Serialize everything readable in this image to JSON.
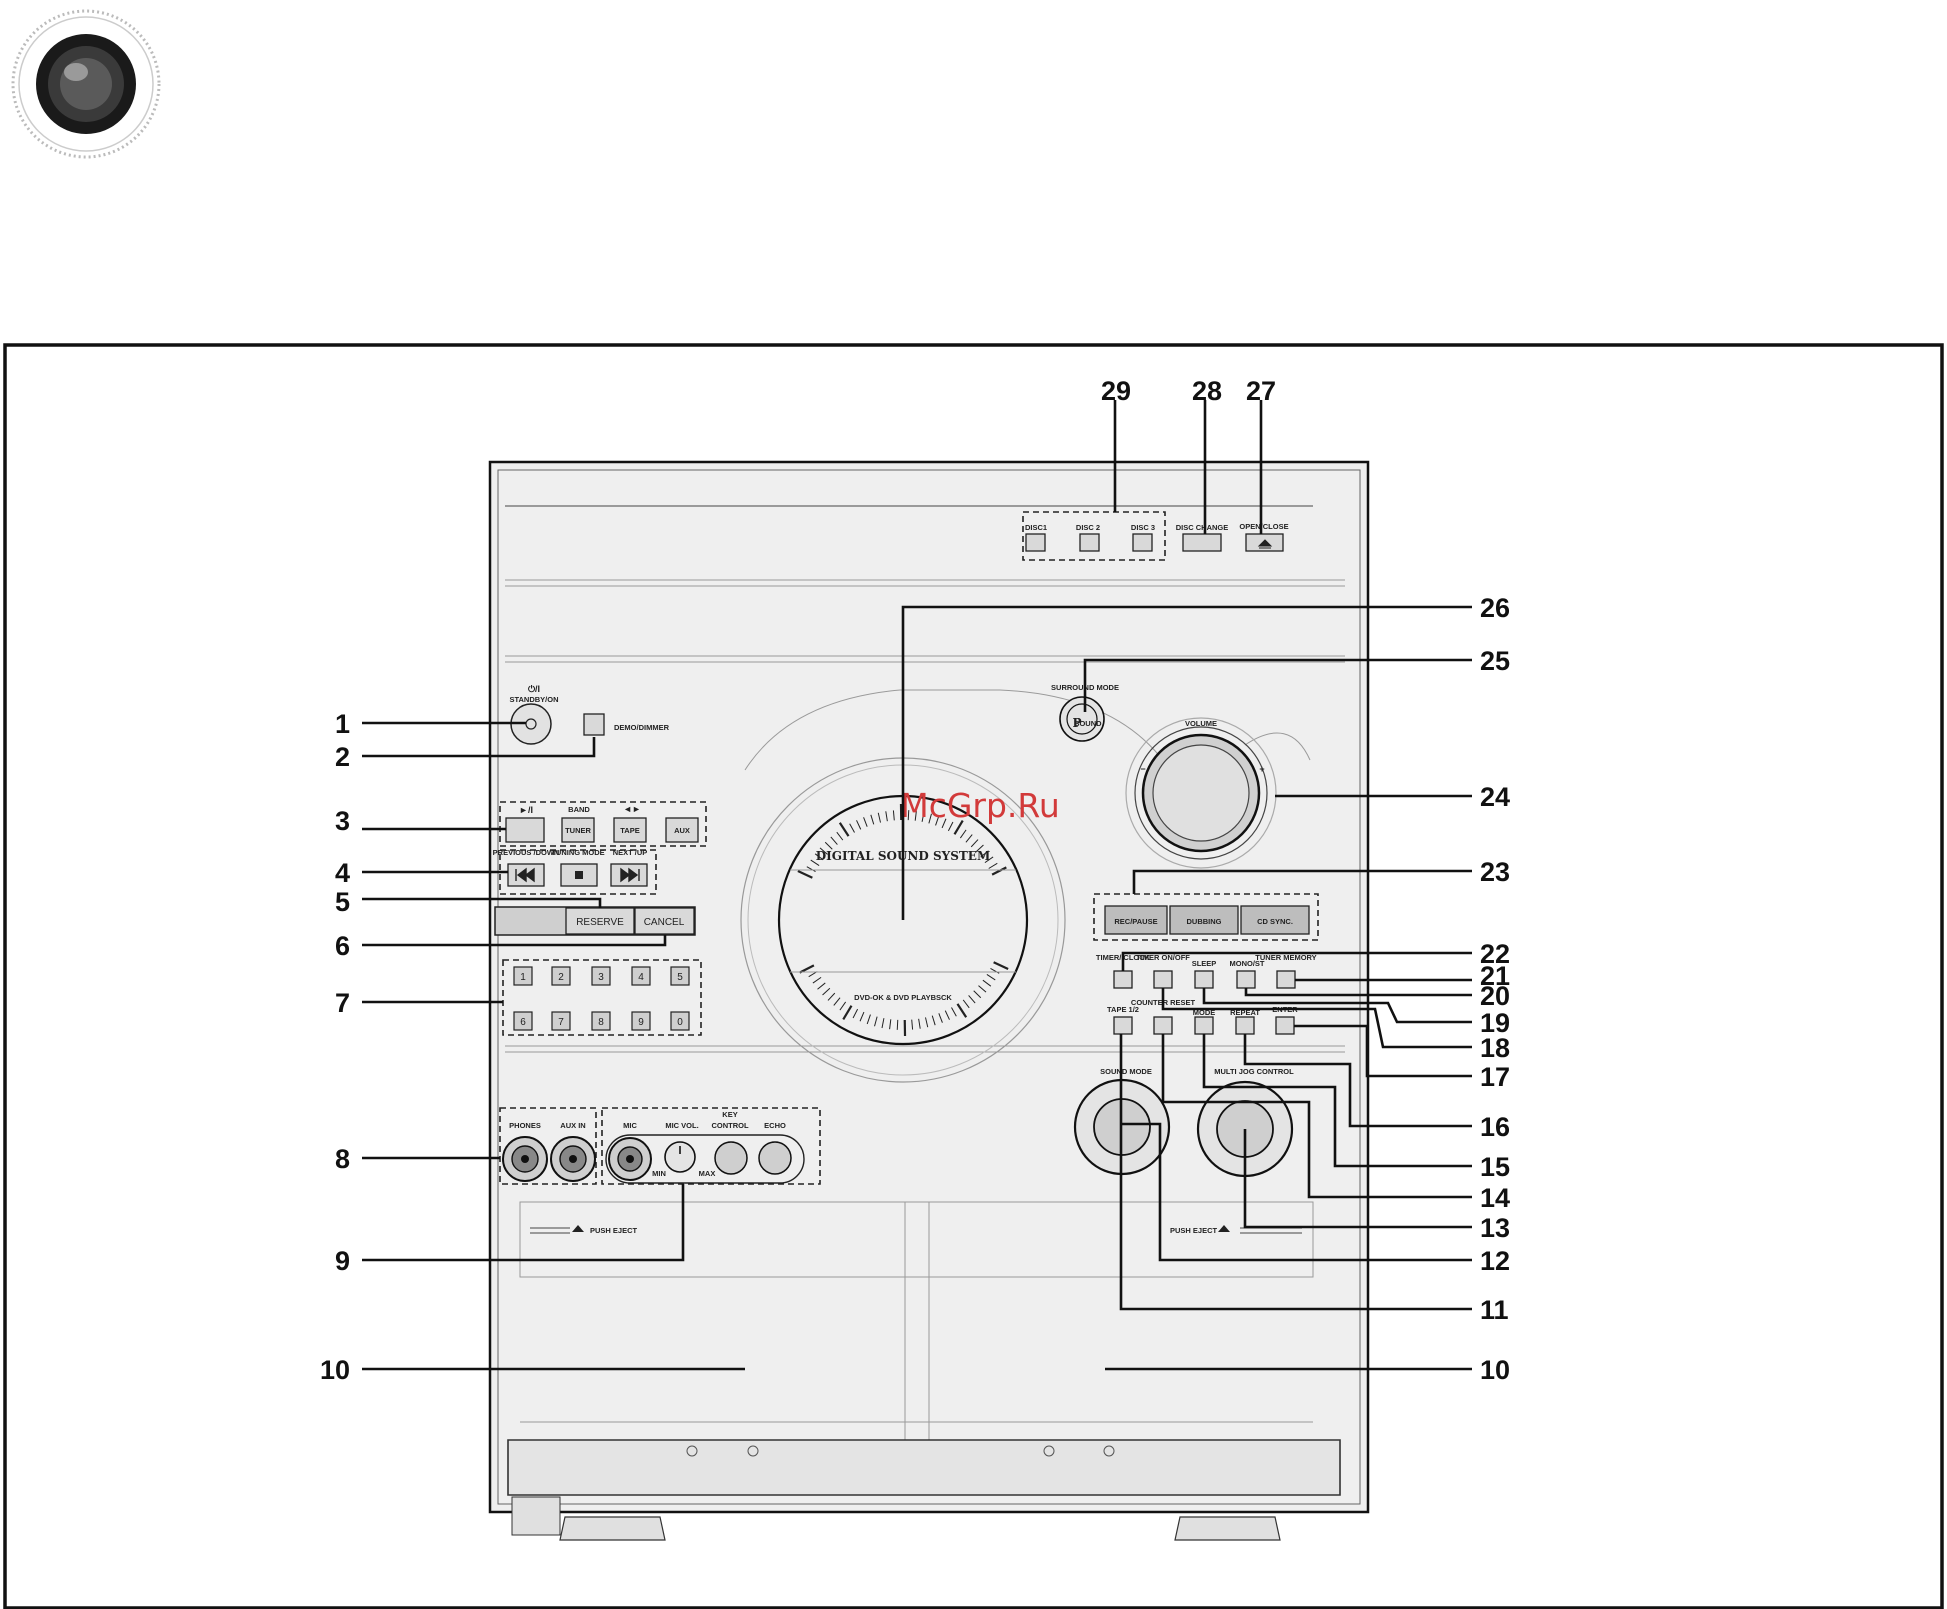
{
  "watermark": "McGrp.Ru",
  "callouts": [
    "1",
    "2",
    "3",
    "4",
    "5",
    "6",
    "7",
    "8",
    "9",
    "10",
    "10",
    "11",
    "12",
    "13",
    "14",
    "15",
    "16",
    "17",
    "18",
    "19",
    "20",
    "21",
    "22",
    "23",
    "24",
    "25",
    "26",
    "27",
    "28",
    "29"
  ],
  "labels": {
    "standby_symbol": "⏻/I",
    "standby_on": "STANDBY/ON",
    "demo_dimmer": "DEMO/DIMMER",
    "play_pause_symbol": "►/I",
    "band": "BAND",
    "tape_arrows": "◄►",
    "tuner": "TUNER",
    "tape": "TAPE",
    "aux": "AUX",
    "previous_down": "PREVIOUS /DOWN",
    "tuning_mode": "TUNING MODE",
    "next_up": "NEXT /UP",
    "reserve": "RESERVE",
    "cancel": "CANCEL",
    "num_keys": [
      "1",
      "2",
      "3",
      "4",
      "5",
      "6",
      "7",
      "8",
      "9",
      "0"
    ],
    "phones": "PHONES",
    "aux_in": "AUX IN",
    "key_control_top": "KEY",
    "mic": "MIC",
    "mic_vol": "MIC VOL.",
    "key_control": "CONTROL",
    "echo": "ECHO",
    "min": "MIN",
    "max": "MAX",
    "push_eject_left": "PUSH EJECT",
    "push_eject_right": "PUSH EJECT",
    "disc1": "DISC1",
    "disc2": "DISC 2",
    "disc3": "DISC 3",
    "disc_change": "DISC CHANGE",
    "open_close": "OPEN/CLOSE",
    "surround_mode": "SURROUND MODE",
    "p_sound_p": "P",
    "p_sound_text": "SOUND",
    "volume": "VOLUME",
    "volume_minus": "−",
    "volume_plus": "+",
    "digital_sound_system": "DIGITAL SOUND SYSTEM",
    "dvd_playback": "DVD-OK & DVD PLAYBSCK",
    "rec_pause": "REC/PAUSE",
    "dubbing": "DUBBING",
    "cd_sync": "CD SYNC.",
    "timer_clock": "TIMER/ CLOCK",
    "timer_on_off": "TIMER ON/OFF",
    "sleep": "SLEEP",
    "mono_st": "MONO/ST",
    "tuner_memory": "TUNER MEMORY",
    "tape_1_2": "TAPE 1/2",
    "counter_reset": "COUNTER RESET",
    "mode": "MODE",
    "repeat": "REPEAT",
    "enter": "ENTER",
    "sound_mode": "SOUND MODE",
    "multi_jog_control": "MULTI JOG CONTROL"
  }
}
